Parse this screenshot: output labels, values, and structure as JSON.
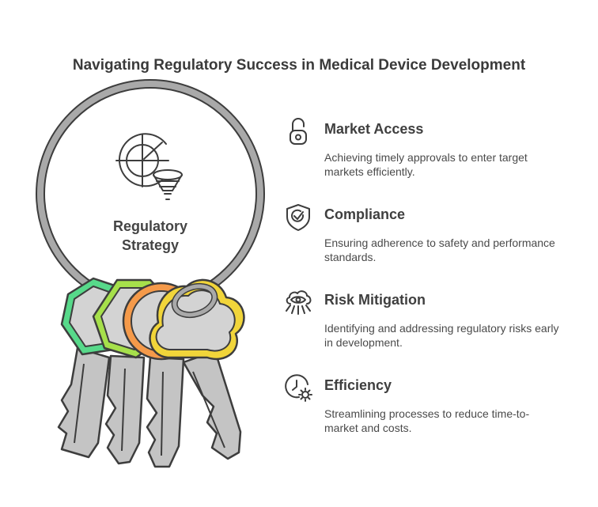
{
  "title": "Navigating Regulatory Success in Medical Device Development",
  "center": {
    "line1": "Regulatory",
    "line2": "Strategy"
  },
  "items": [
    {
      "heading": "Market Access",
      "description": "Achieving timely approvals to enter target markets efficiently.",
      "icon": "lock-icon"
    },
    {
      "heading": "Compliance",
      "description": "Ensuring adherence to safety and performance standards.",
      "icon": "shield-check-icon"
    },
    {
      "heading": "Risk Mitigation",
      "description": "Identifying and addressing regulatory risks early in development.",
      "icon": "eye-cloud-icon"
    },
    {
      "heading": "Efficiency",
      "description": "Streamlining processes to reduce time-to-market and costs.",
      "icon": "clock-gear-icon"
    }
  ],
  "colors": {
    "ring": "#a9a9a9",
    "key_green": "#57d98a",
    "key_lime": "#a6e04b",
    "key_orange": "#f59a4a",
    "key_yellow": "#f1d53a",
    "key_grey": "#d3d3d3",
    "outline": "#3d3d3d"
  }
}
